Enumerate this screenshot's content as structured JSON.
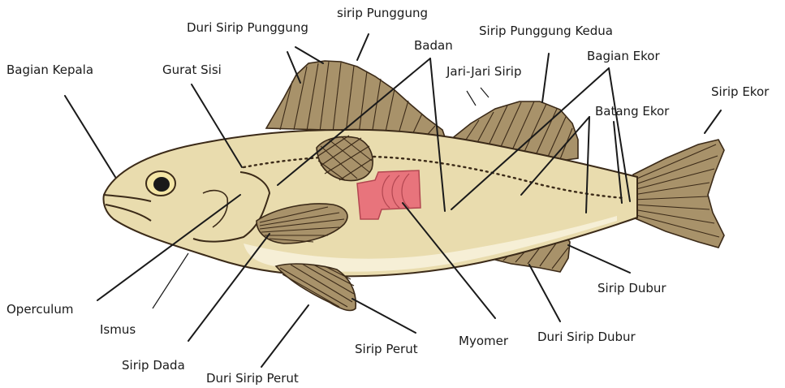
{
  "colors": {
    "body_fill": "#e9dcae",
    "belly_fill": "#f6efd6",
    "back_fill": "#cdb98a",
    "fin_fill": "#a8926a",
    "myomer_fill": "#e8747c",
    "outline": "#3b2a18"
  },
  "labels": {
    "bagian_kepala": "Bagian Kepala",
    "duri_sirip_punggung": "Duri Sirip Punggung",
    "sirip_punggung": "sirip Punggung",
    "badan": "Badan",
    "gurat_sisi": "Gurat Sisi",
    "sirip_punggung_kedua": "Sirip Punggung Kedua",
    "jari_jari_sirip": "Jari-Jari Sirip",
    "bagian_ekor": "Bagian Ekor",
    "batang_ekor": "Batang Ekor",
    "sirip_ekor": "Sirip Ekor",
    "operculum": "Operculum",
    "ismus": "Ismus",
    "sirip_dada": "Sirip Dada",
    "duri_sirip_perut": "Duri Sirip Perut",
    "sirip_perut": "Sirip Perut",
    "myomer": "Myomer",
    "duri_sirip_dubur": "Duri Sirip Dubur",
    "sirip_dubur": "Sirip Dubur"
  }
}
